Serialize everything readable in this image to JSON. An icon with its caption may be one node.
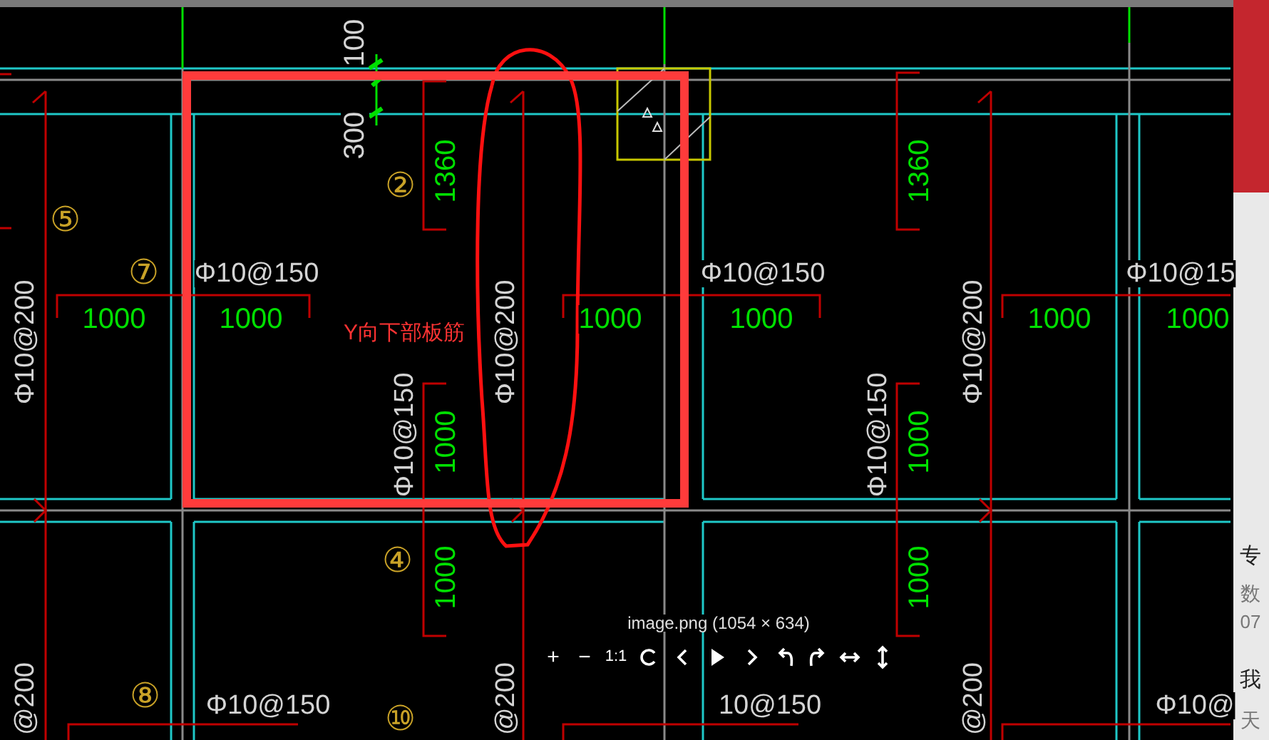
{
  "diagram": {
    "nodes": [
      {
        "text": [
          "Y向下部板筋"
        ]
      }
    ],
    "labels": [
      "100",
      "300",
      "1360",
      "1360",
      "②",
      "⑤",
      "⑦",
      "Φ10@150",
      "Φ10@150",
      "Φ10@15",
      "1000",
      "1000",
      "1000",
      "1000",
      "1000",
      "1000",
      "Φ10@200",
      "Φ10@200",
      "Φ10@200",
      "Φ10@150",
      "Φ10@150",
      "1000",
      "1000",
      "④",
      "1000",
      "1000",
      "image.png (1054 × 634)",
      "+",
      "−",
      "1:1",
      "⑧",
      "Φ10@150",
      "⑩",
      "10@150",
      "@200",
      "@200",
      "@200",
      "Φ10@",
      "专",
      "数",
      "07",
      "我",
      "天"
    ]
  }
}
